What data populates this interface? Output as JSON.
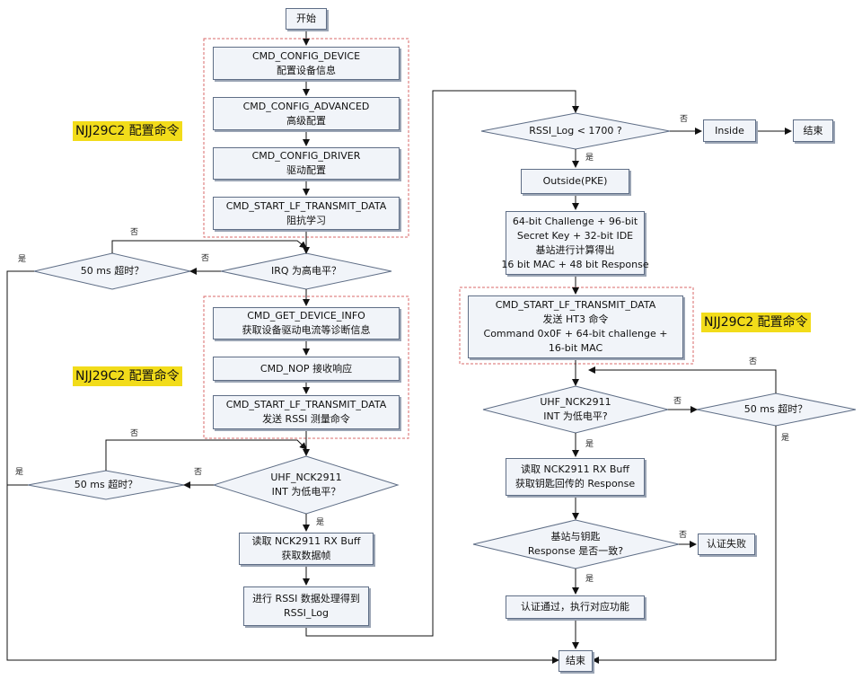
{
  "flowchart": {
    "start": "开始",
    "end": "结束",
    "yes": "是",
    "no": "否",
    "config_tag": "NJJ29C2 配置命令",
    "left": {
      "config_device": [
        "CMD_CONFIG_DEVICE",
        "配置设备信息"
      ],
      "config_advanced": [
        "CMD_CONFIG_ADVANCED",
        "高级配置"
      ],
      "config_driver": [
        "CMD_CONFIG_DRIVER",
        "驱动配置"
      ],
      "start_lf_1": [
        "CMD_START_LF_TRANSMIT_DATA",
        "阻抗学习"
      ],
      "irq_high": "IRQ 为高电平？",
      "timeout_50ms_1": "50 ms 超时？",
      "get_device_info": [
        "CMD_GET_DEVICE_INFO",
        "获取设备驱动电流等诊断信息"
      ],
      "nop": "CMD_NOP 接收响应",
      "start_lf_2": [
        "CMD_START_LF_TRANSMIT_DATA",
        "发送 RSSI 测量命令"
      ],
      "uhf_int_low": [
        "UHF_NCK2911",
        "INT 为低电平？"
      ],
      "timeout_50ms_2": "50 ms 超时？",
      "read_rx_buff": [
        "读取 NCK2911 RX Buff",
        "获取数据帧"
      ],
      "rssi_process": [
        "进行 RSSI 数据处理得到",
        "RSSI_Log"
      ]
    },
    "right": {
      "rssi_check": "RSSI_Log < 1700 ?",
      "inside": "Inside",
      "outside": "Outside(PKE)",
      "compute": [
        "64-bit Challenge + 96-bit",
        "Secret Key + 32-bit IDE",
        "基站进行计算得出",
        "16 bit MAC + 48 bit Response"
      ],
      "start_lf_ht3": [
        "CMD_START_LF_TRANSMIT_DATA",
        "发送 HT3 命令",
        "Command 0x0F + 64-bit challenge +",
        "16-bit MAC"
      ],
      "uhf_int_low": [
        "UHF_NCK2911",
        "INT 为低电平?"
      ],
      "timeout_50ms": "50 ms 超时？",
      "read_key_response": [
        "读取 NCK2911 RX Buff",
        "获取钥匙回传的 Response"
      ],
      "compare": [
        "基站与钥匙",
        "Response 是否一致?"
      ],
      "auth_fail": "认证失败",
      "auth_pass": "认证通过，执行对应功能"
    }
  }
}
